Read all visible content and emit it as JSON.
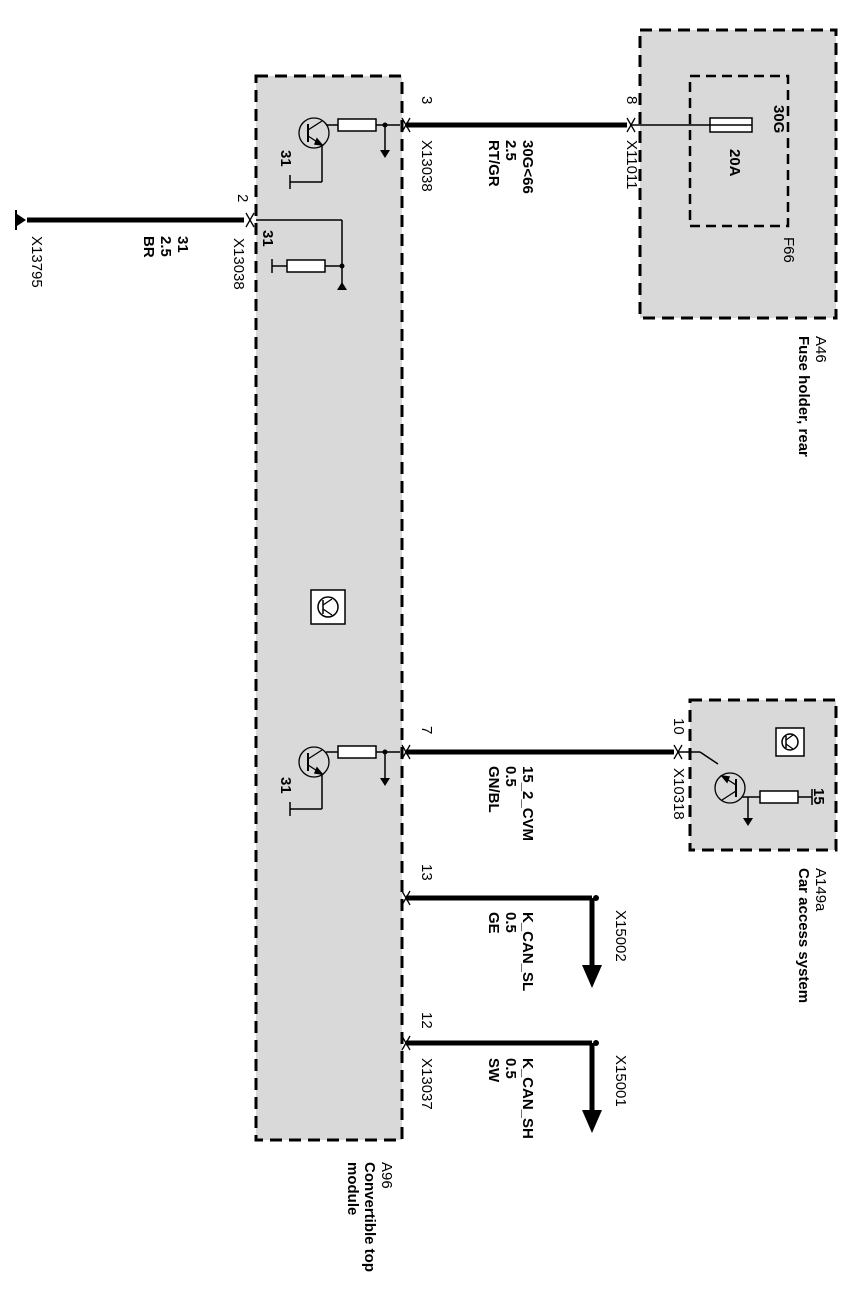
{
  "modules": {
    "convertible_top": {
      "id": "A96",
      "name_line1": "Convertible top",
      "name_line2": "module"
    },
    "fuse_holder": {
      "id": "A46",
      "name": "Fuse holder, rear",
      "fuse_id": "F66",
      "fuse_rating": "20A",
      "fuse_terminal": "30G"
    },
    "car_access": {
      "id": "A149a",
      "name": "Car access system",
      "terminal": "15"
    }
  },
  "ground_symbol_label": "31",
  "pins": {
    "p2": "2",
    "p3": "3",
    "p7": "7",
    "p8": "8",
    "p10": "10",
    "p12": "12",
    "p13": "13"
  },
  "connectors": {
    "x13795": "X13795",
    "x13038_a": "X13038",
    "x13038_b": "X13038",
    "x11011": "X11011",
    "x10318": "X10318",
    "x15002": "X15002",
    "x15001": "X15001",
    "x13037": "X13037"
  },
  "wires": {
    "ground": {
      "signal": "31",
      "size": "2.5",
      "color": "BR"
    },
    "power": {
      "signal": "30G<66",
      "size": "2.5",
      "color": "RT/GR"
    },
    "term15": {
      "signal": "15_2_CVM",
      "size": "0.5",
      "color": "GN/BL"
    },
    "can_sl": {
      "signal": "K_CAN_SL",
      "size": "0.5",
      "color": "GE"
    },
    "can_sh": {
      "signal": "K_CAN_SH",
      "size": "0.5",
      "color": "SW"
    }
  },
  "colors": {
    "module_fill": "#d9d9d9",
    "line": "#000000"
  }
}
